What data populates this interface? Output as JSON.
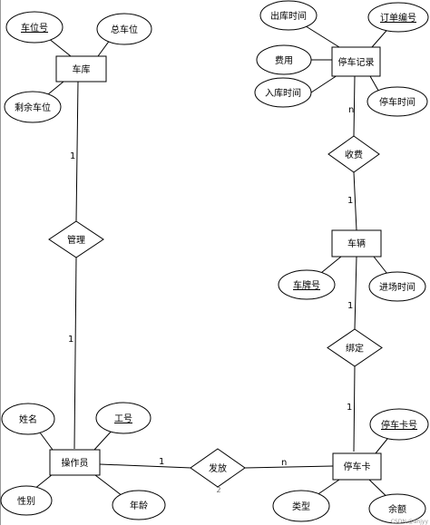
{
  "entities": {
    "garage": "车库",
    "parking_record": "停车记录",
    "vehicle": "车辆",
    "operator": "操作员",
    "parking_card": "停车卡"
  },
  "relations": {
    "manage": "管理",
    "charge": "收费",
    "bind": "绑定",
    "issue": "发放"
  },
  "attributes": {
    "space_no": "车位号",
    "total_spaces": "总车位",
    "remaining_spaces": "剩余车位",
    "exit_time": "出库时间",
    "order_no": "订单编号",
    "fee": "费用",
    "entry_time": "入库时间",
    "parking_time": "停车时间",
    "plate_no": "车牌号",
    "arrival_time": "进场时间",
    "name": "姓名",
    "work_id": "工号",
    "gender": "性别",
    "age": "年龄",
    "card_no": "停车卡号",
    "type": "类型",
    "balance": "余额"
  },
  "cardinalities": {
    "garage_manage": "1",
    "manage_operator": "1",
    "record_charge": "n",
    "charge_vehicle": "1",
    "vehicle_bind": "1",
    "bind_card": "1",
    "operator_issue": "1",
    "issue_card": "n"
  },
  "stray_mark": "2",
  "watermark": "CSDN @ahjyy"
}
